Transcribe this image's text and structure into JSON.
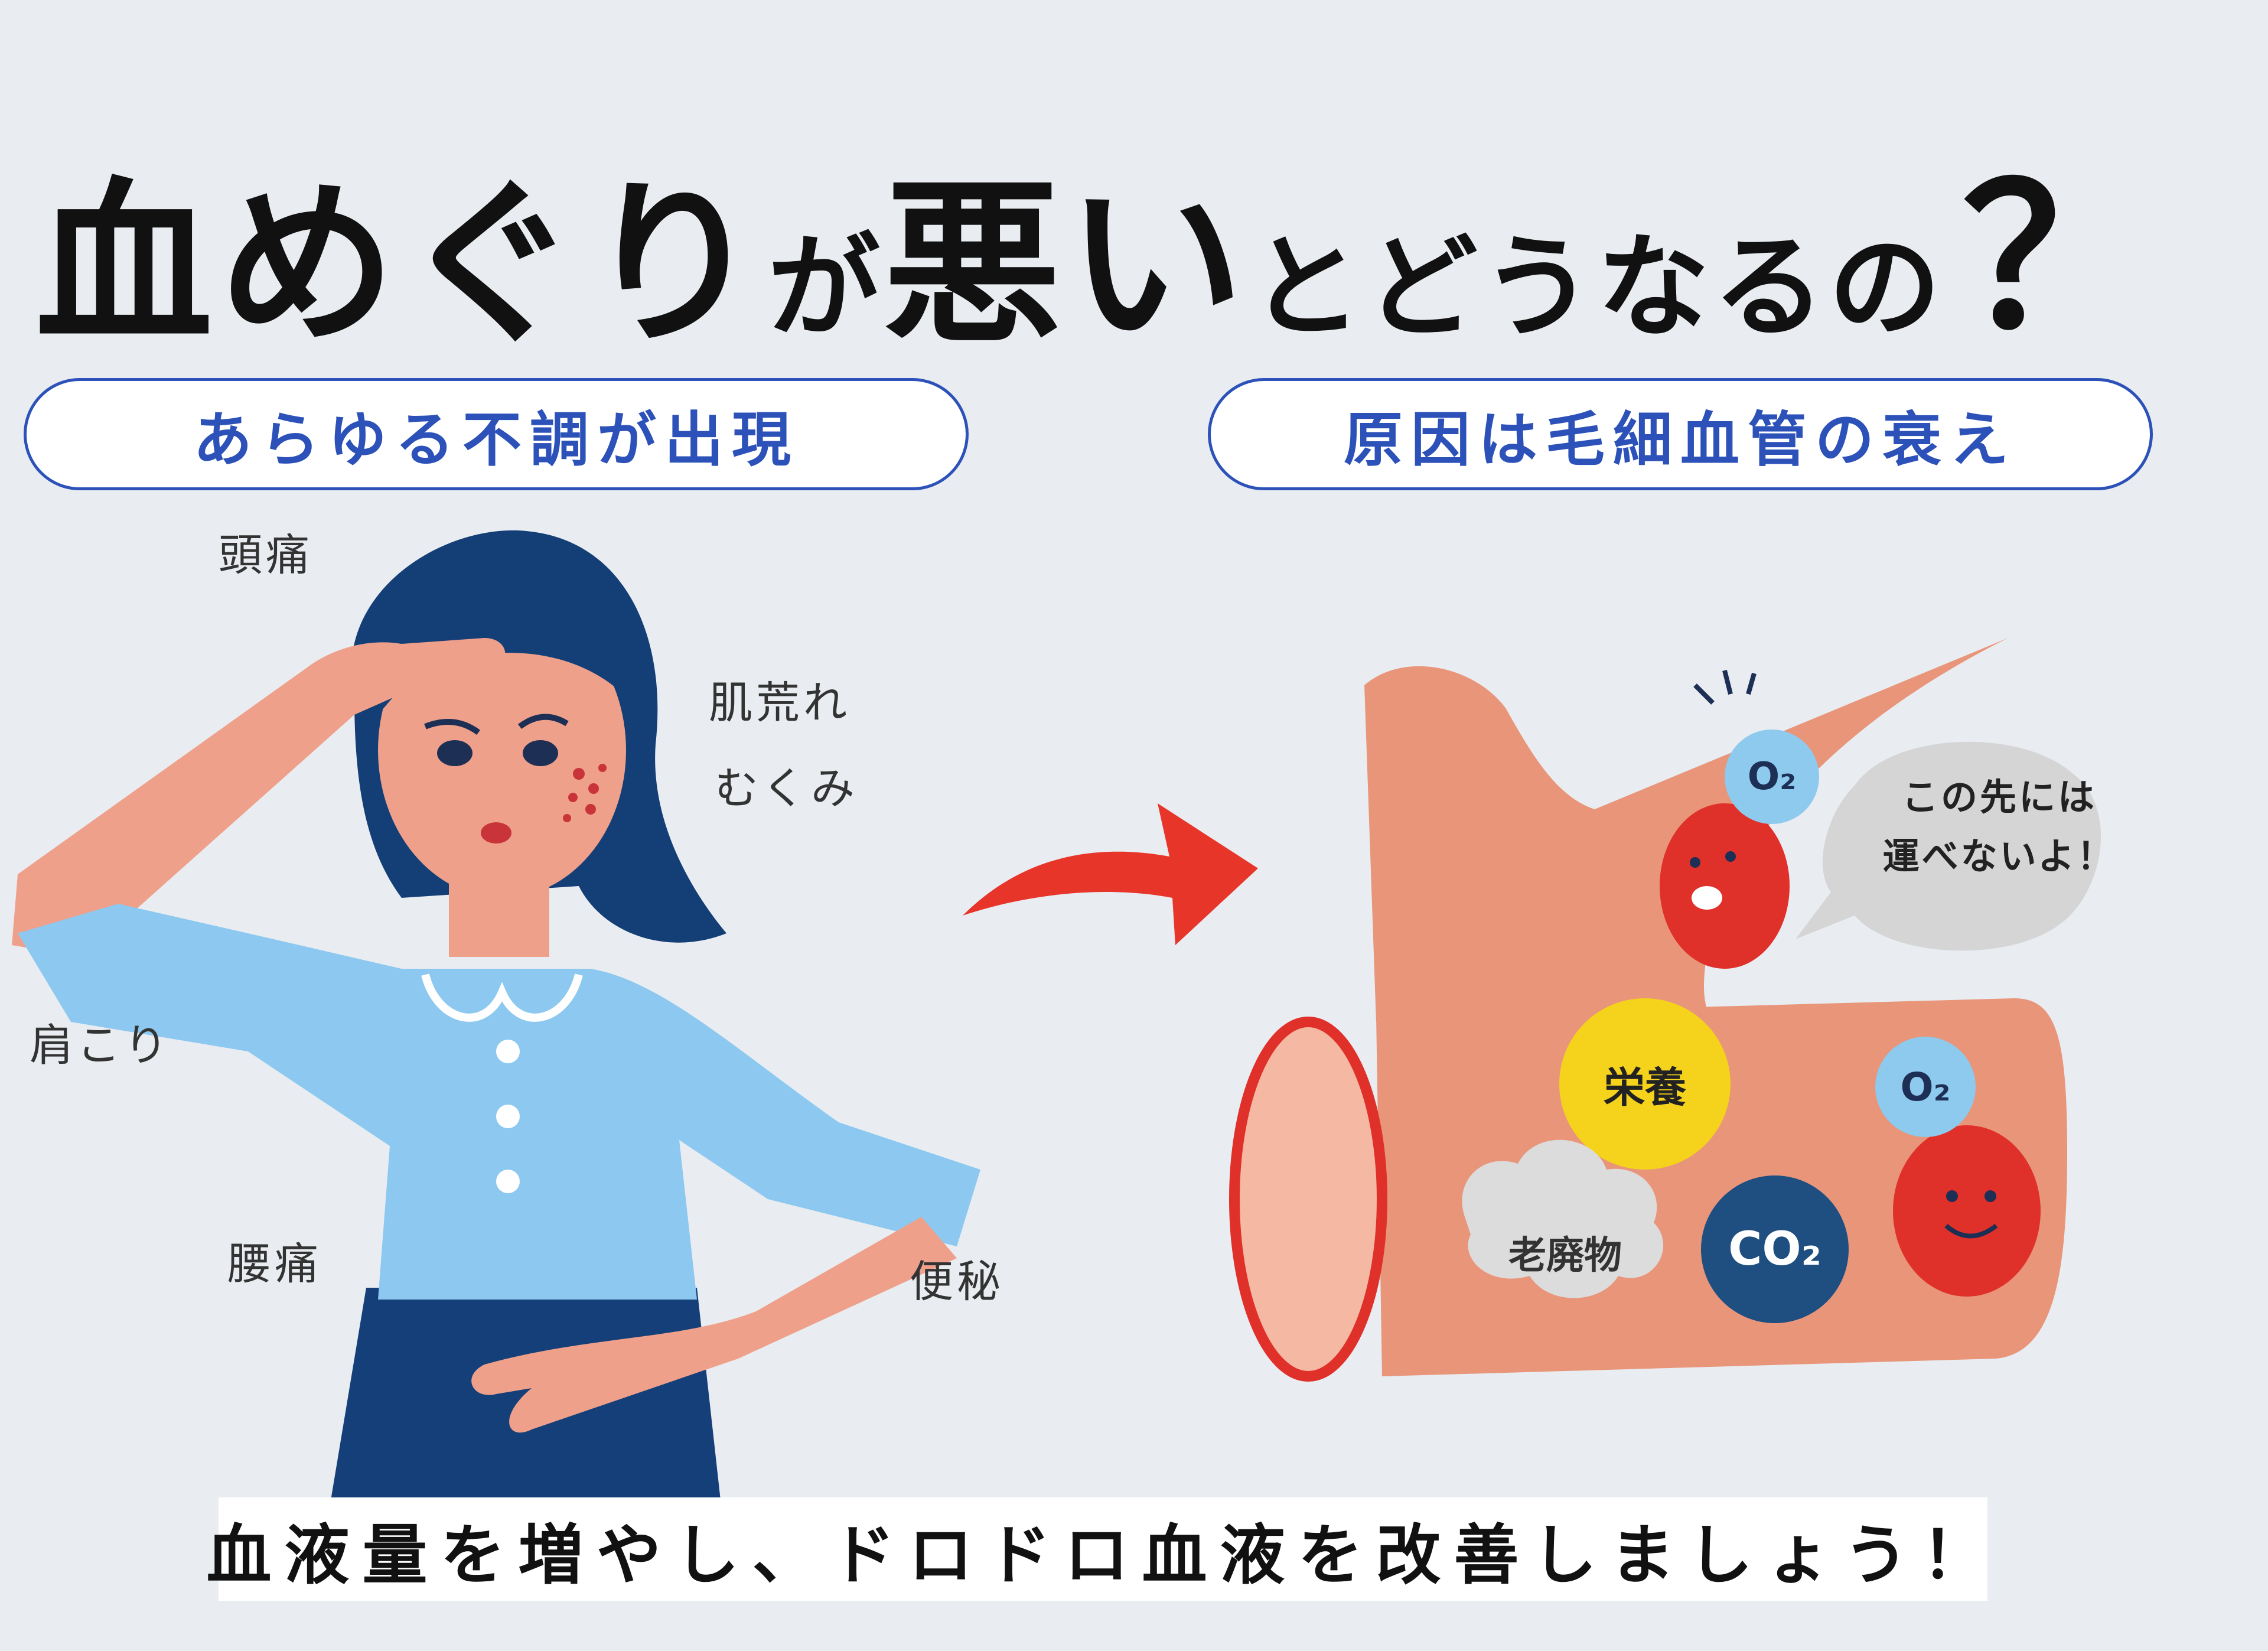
{
  "title": {
    "part1": "血めぐり",
    "part2": "が",
    "part3": "悪い",
    "part4": "とどうなるの",
    "part5": "？"
  },
  "headers": {
    "left": "あらゆる不調が出現",
    "right": "原因は毛細血管の衰え"
  },
  "symptoms": {
    "headache": "頭痛",
    "skin": "肌荒れ",
    "swelling": "むくみ",
    "shoulder": "肩こり",
    "backpain": "腰痛",
    "constipation": "便秘"
  },
  "vessel": {
    "o2_top": "O₂",
    "o2_right": "O₂",
    "nutrition": "栄養",
    "waste": "老廃物",
    "co2": "CO₂",
    "speech_line1": "この先には",
    "speech_line2": "運べないよ！"
  },
  "footer": "血液量を増やし、ドロドロ血液を改善しましょう！",
  "colors": {
    "background": "#e9edf1",
    "accent_blue": "#2c51b8",
    "arrow_red": "#e8352a",
    "vessel": "#e8957a",
    "nutrition_yellow": "#f5d21c",
    "co2_blue": "#1e4f80",
    "o2_light": "#8ec9ee"
  }
}
